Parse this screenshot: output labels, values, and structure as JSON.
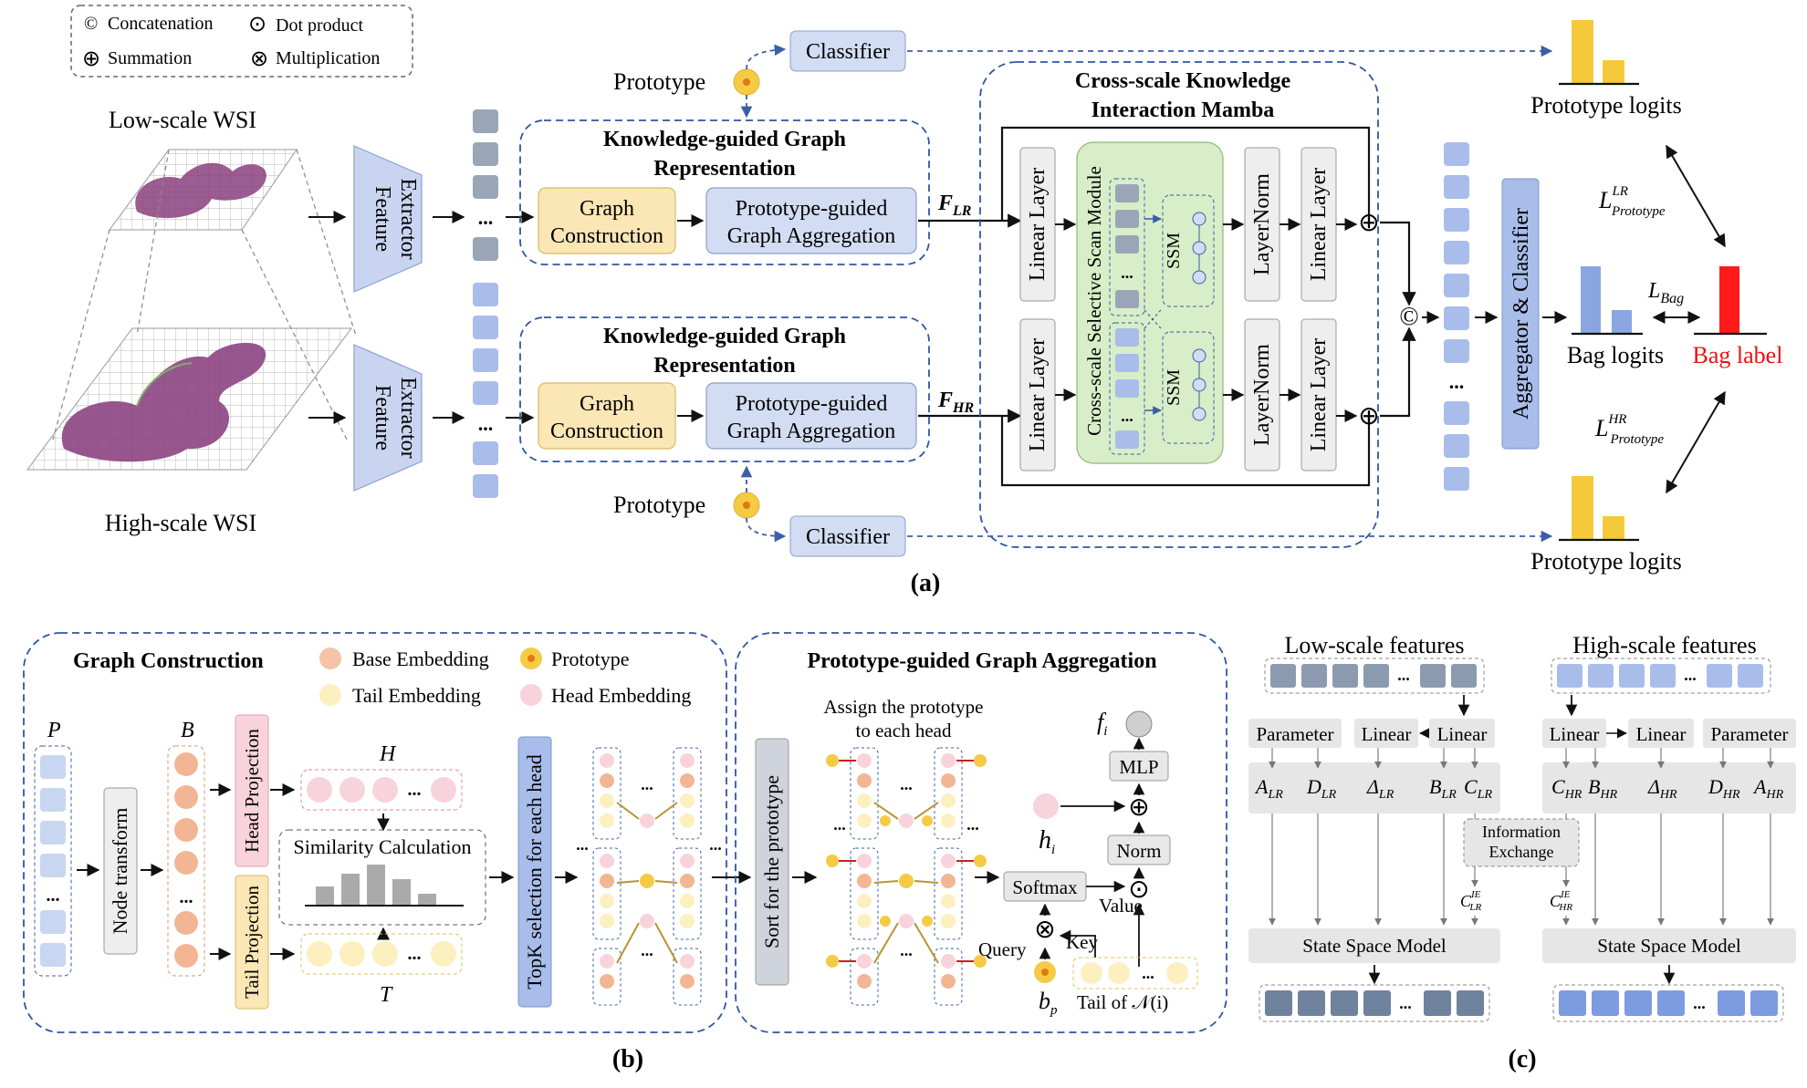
{
  "legend": {
    "concat_symbol": "©",
    "concat": "Concatenation",
    "dot_symbol": "⊙",
    "dot": "Dot product",
    "sum_symbol": "⊕",
    "sum": "Summation",
    "mult_symbol": "⊗",
    "mult": "Multiplication"
  },
  "panel_a": {
    "caption": "(a)",
    "low_wsi": "Low-scale WSI",
    "high_wsi": "High-scale WSI",
    "feature_extractor_line1": "Feature",
    "feature_extractor_line2": "Extractor",
    "ellipsis": "...",
    "prototype": "Prototype",
    "classifier": "Classifier",
    "kgr_title_line1": "Knowledge-guided Graph",
    "kgr_title_line2": "Representation",
    "graph_construction_line1": "Graph",
    "graph_construction_line2": "Construction",
    "pga_line1": "Prototype-guided",
    "pga_line2": "Graph Aggregation",
    "f_lr_main": "F",
    "f_lr_sub": "LR",
    "f_hr_main": "F",
    "f_hr_sub": "HR",
    "mamba_title_line1": "Cross-scale Knowledge",
    "mamba_title_line2": "Interaction Mamba",
    "linear_layer": "Linear Layer",
    "cross_scale_module": "Cross-scale Selective Scan Module",
    "ssm": "SSM",
    "layernorm": "LayerNorm",
    "aggregator": "Aggregator & Classifier",
    "prototype_logits": "Prototype logits",
    "bag_logits": "Bag logits",
    "bag_label": "Bag label",
    "l_main": "L",
    "l_proto_sub": "Prototype",
    "l_lr_sup": "LR",
    "l_hr_sup": "HR",
    "l_bag_sub": "Bag",
    "sum_symbol": "⊕",
    "concat_symbol": "©"
  },
  "panel_b": {
    "caption": "(b)",
    "gc_title": "Graph Construction",
    "base_embedding": "Base Embedding",
    "tail_embedding": "Tail Embedding",
    "prototype": "Prototype",
    "head_embedding": "Head Embedding",
    "p_label": "P",
    "b_label": "B",
    "h_label": "H",
    "t_label": "T",
    "node_transform": "Node transform",
    "head_projection": "Head Projection",
    "tail_projection": "Tail Projection",
    "similarity": "Similarity Calculation",
    "topk": "TopK selection for each head",
    "ellipsis": "...",
    "pga_title": "Prototype-guided Graph Aggregation",
    "sort_prototype": "Sort for the prototype",
    "assign_line1": "Assign the prototype",
    "assign_line2": "to each head",
    "f_i_main": "f",
    "f_i_sub": "i",
    "mlp": "MLP",
    "norm": "Norm",
    "softmax": "Softmax",
    "h_i_main": "h",
    "h_i_sub": "i",
    "query": "Query",
    "key": "Key",
    "value": "Value",
    "b_p_main": "b",
    "b_p_sub": "p",
    "tail_of": "Tail of 𝒩(i)",
    "sum_symbol": "⊕",
    "dot_symbol": "⊙",
    "mult_symbol": "⊗"
  },
  "panel_c": {
    "caption": "(c)",
    "low_features": "Low-scale features",
    "high_features": "High-scale features",
    "parameter": "Parameter",
    "linear": "Linear",
    "ellipsis": "...",
    "a_main": "A",
    "d_main": "D",
    "delta_main": "Δ",
    "b_main": "B",
    "c_main": "C",
    "lr_sub": "LR",
    "hr_sub": "HR",
    "ie_sup": "IE",
    "info_line1": "Information",
    "info_line2": "Exchange",
    "ssm_model": "State Space Model"
  }
}
